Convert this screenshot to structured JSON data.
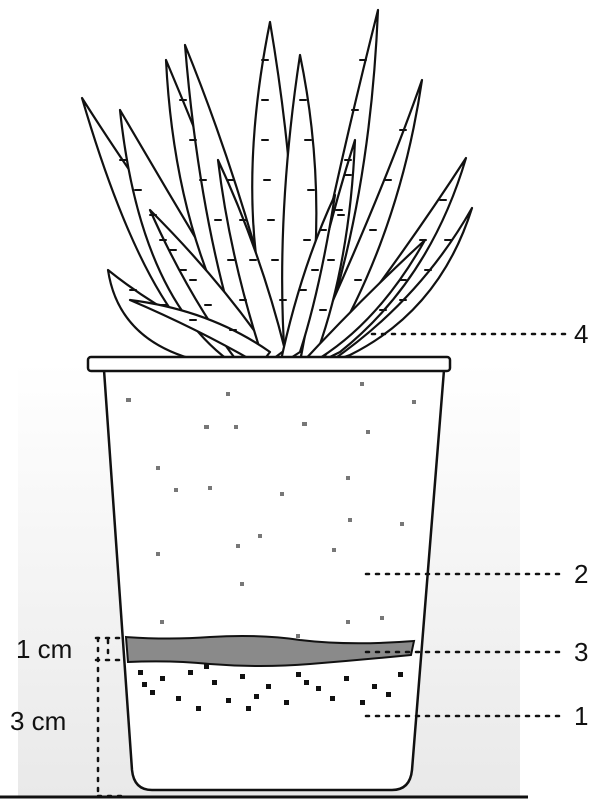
{
  "callouts": [
    {
      "id": "4",
      "text": "4",
      "part": "plant"
    },
    {
      "id": "2",
      "text": "2",
      "part": "substrate"
    },
    {
      "id": "3",
      "text": "3",
      "part": "separation layer"
    },
    {
      "id": "1",
      "text": "1",
      "part": "drainage layer"
    }
  ],
  "dimensions": {
    "separation": "1 cm",
    "drainage": "3 cm"
  },
  "colors": {
    "line": "#111111",
    "pot_fill": "#ffffff",
    "background_panel": "#ececec",
    "separation_layer": "#8a8a8a"
  }
}
